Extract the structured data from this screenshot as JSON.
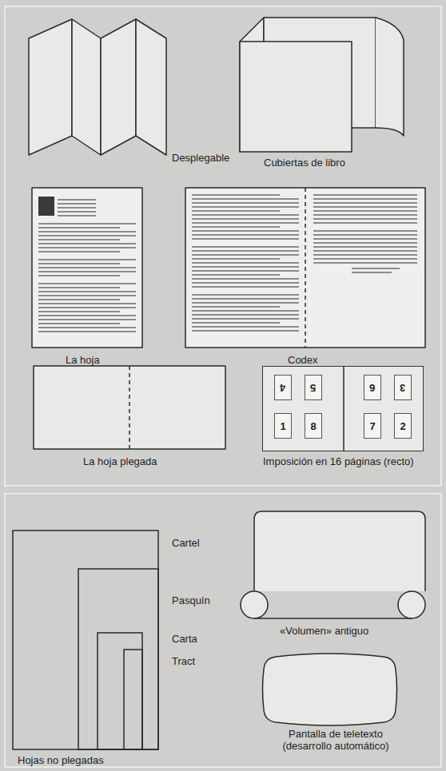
{
  "diagram": {
    "nodes": [
      {
        "text": [
          "Imposición en 16 páginas (recto)"
        ]
      },
      {
        "text": [
          "4"
        ],
        "in": 0
      },
      {
        "text": [
          "5"
        ],
        "in": 0
      },
      {
        "text": [
          "6"
        ],
        "in": 0
      },
      {
        "text": [
          "3"
        ],
        "in": 0
      },
      {
        "text": [
          "1"
        ],
        "in": 0
      },
      {
        "text": [
          "8"
        ],
        "in": 0
      },
      {
        "text": [
          "7"
        ],
        "in": 0
      },
      {
        "text": [
          "2"
        ],
        "in": 0
      }
    ],
    "labels": [
      "Desplegable",
      "Cubiertas de libro",
      "La hoja",
      "Codex",
      "La hoja plegada",
      "Cartel",
      "Pasquín",
      "Carta",
      "Tract",
      "Hojas no plegadas",
      "«Volumen» antiguo",
      "Pantalla de teletexto (desarrollo automático)"
    ]
  }
}
